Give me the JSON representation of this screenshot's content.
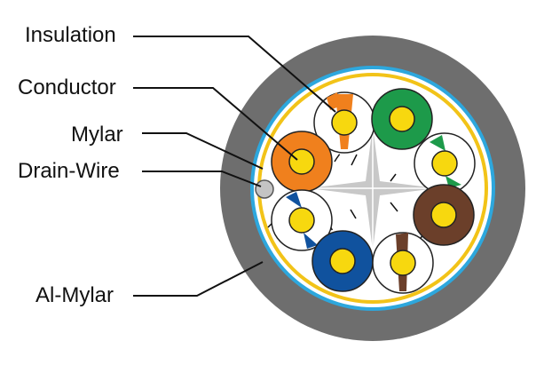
{
  "labels": {
    "insulation": "Insulation",
    "conductor": "Conductor",
    "mylar": "Mylar",
    "drain_wire": "Drain-Wire",
    "al_mylar": "Al-Mylar"
  },
  "colors": {
    "outer_jacket": "#6e6e6e",
    "blue_ring": "#2da7dd",
    "yellow_layer": "#f2c318",
    "conductor": "#f7d80f",
    "orange": "#f0801d",
    "green": "#1d9a4a",
    "blue": "#10529e",
    "brown": "#6b3f2a",
    "separator": "#c8c8c8",
    "drain": "#bdbdbd"
  },
  "pairs": [
    {
      "name": "orange",
      "solid": "orange-solid",
      "striped": "orange-white"
    },
    {
      "name": "green",
      "solid": "green-solid",
      "striped": "green-white"
    },
    {
      "name": "brown",
      "solid": "brown-solid",
      "striped": "brown-white"
    },
    {
      "name": "blue",
      "solid": "blue-solid",
      "striped": "blue-white"
    }
  ]
}
